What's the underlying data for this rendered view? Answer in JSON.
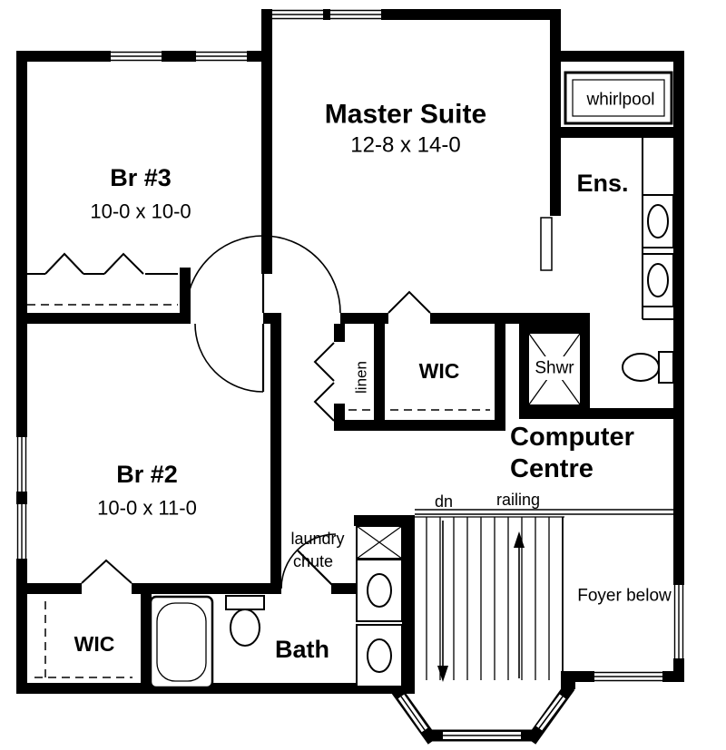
{
  "plan": {
    "rooms": {
      "master_suite": {
        "name": "Master Suite",
        "dims": "12-8 x 14-0"
      },
      "br3": {
        "name": "Br #3",
        "dims": "10-0 x 10-0"
      },
      "br2": {
        "name": "Br #2",
        "dims": "10-0 x 11-0"
      },
      "ensuite": {
        "name": "Ens."
      },
      "bath": {
        "name": "Bath"
      },
      "wic_hall": {
        "name": "WIC"
      },
      "wic_br2": {
        "name": "WIC"
      },
      "computer_centre": {
        "line1": "Computer",
        "line2": "Centre"
      }
    },
    "fixtures": {
      "whirlpool": {
        "label": "whirlpool"
      },
      "shower": {
        "label": "Shwr"
      },
      "linen": {
        "label": "linen"
      }
    },
    "stairs": {
      "down": "dn",
      "railing": "railing"
    },
    "notes": {
      "laundry_chute": {
        "line1": "laundry",
        "line2": "chute"
      },
      "foyer_below": {
        "label": "Foyer below"
      }
    },
    "colors": {
      "ink": "#000000",
      "paper": "#ffffff"
    }
  }
}
